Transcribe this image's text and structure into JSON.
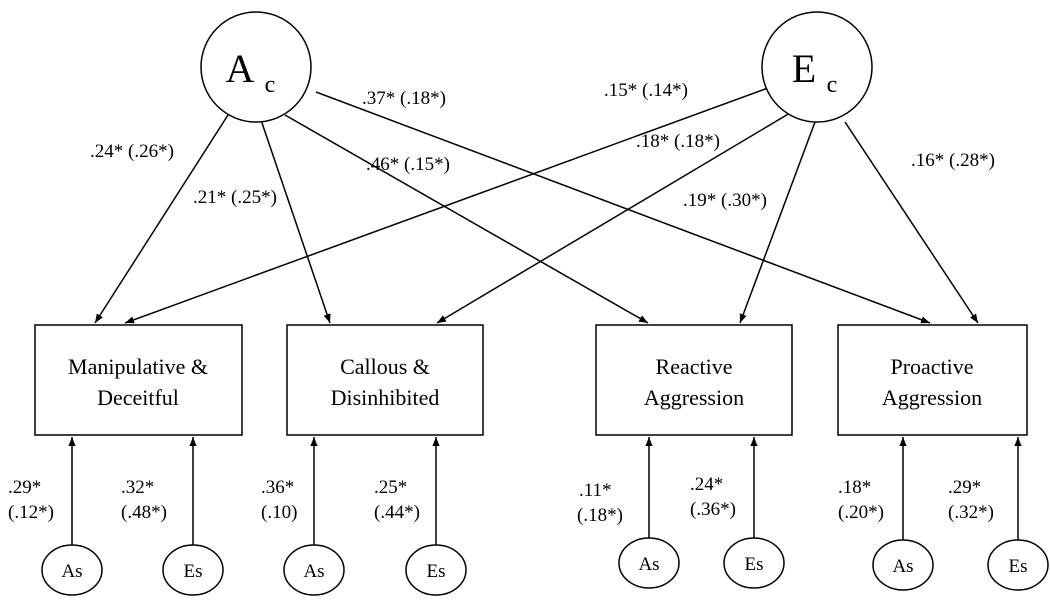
{
  "latent": {
    "a_common": {
      "main": "A",
      "sub": "c"
    },
    "e_common": {
      "main": "E",
      "sub": "c"
    }
  },
  "outcomes": {
    "manipulative": {
      "line1": "Manipulative &",
      "line2": "Deceitful"
    },
    "callous": {
      "line1": "Callous &",
      "line2": "Disinhibited"
    },
    "reactive": {
      "line1": "Reactive",
      "line2": "Aggression"
    },
    "proactive": {
      "line1": "Proactive",
      "line2": "Aggression"
    }
  },
  "specific_factors": {
    "manipulative": {
      "as_label": "As",
      "es_label": "Es",
      "as_coef1": ".29*",
      "as_coef2": "(.12*)",
      "es_coef1": ".32*",
      "es_coef2": "(.48*)"
    },
    "callous": {
      "as_label": "As",
      "es_label": "Es",
      "as_coef1": ".36*",
      "as_coef2": "(.10)",
      "es_coef1": ".25*",
      "es_coef2": "(.44*)"
    },
    "reactive": {
      "as_label": "As",
      "es_label": "Es",
      "as_coef1": ".11*",
      "as_coef2": "(.18*)",
      "es_coef1": ".24*",
      "es_coef2": "(.36*)"
    },
    "proactive": {
      "as_label": "As",
      "es_label": "Es",
      "as_coef1": ".18*",
      "as_coef2": "(.20*)",
      "es_coef1": ".29*",
      "es_coef2": "(.32*)"
    }
  },
  "paths": {
    "ac_manipulative": ".24* (.26*)",
    "ac_callous": ".21* (.25*)",
    "ac_reactive": ".46* (.15*)",
    "ac_proactive": ".37* (.18*)",
    "ec_manipulative": ".15* (.14*)",
    "ec_callous": ".18* (.18*)",
    "ec_reactive": ".19* (.30*)",
    "ec_proactive": ".16* (.28*)"
  }
}
